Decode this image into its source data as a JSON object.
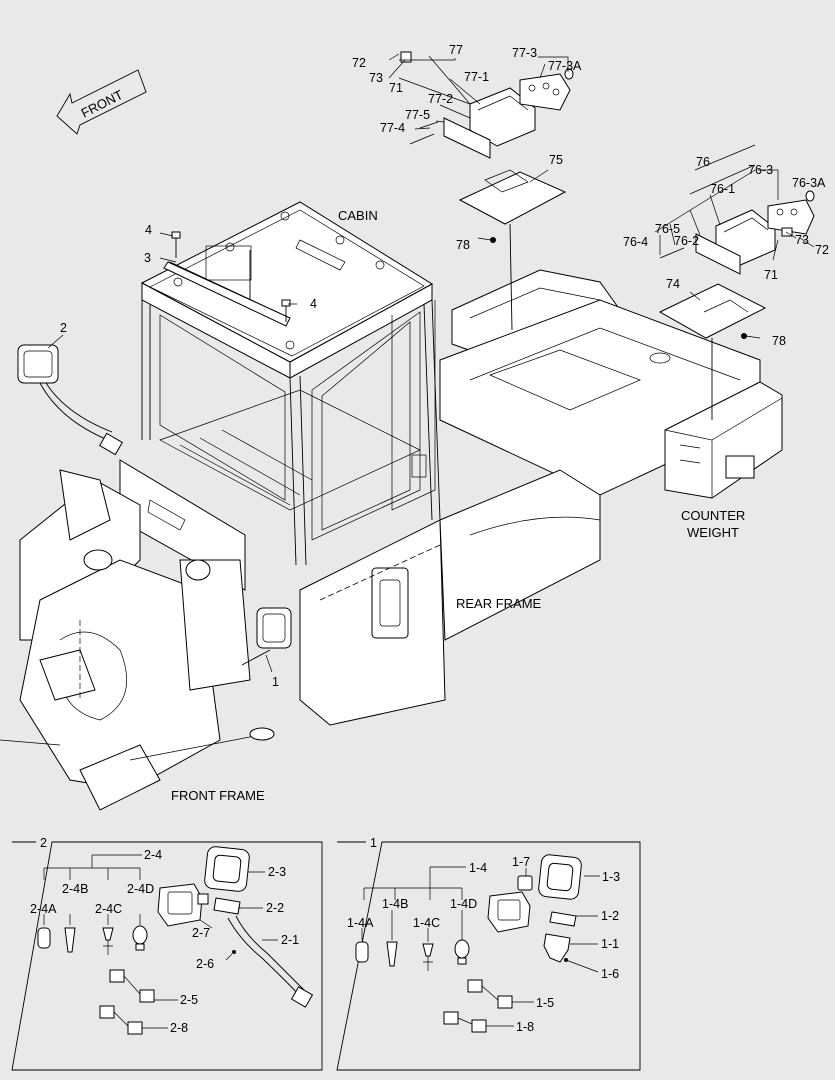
{
  "front_arrow": "FRONT",
  "areas": {
    "cabin": "CABIN",
    "rear_frame": "REAR FRAME",
    "front_frame": "FRONT FRAME",
    "counter_weight_1": "COUNTER",
    "counter_weight_2": "WEIGHT"
  },
  "callouts": {
    "c77": "77",
    "c72a": "72",
    "c73a": "73",
    "c71a": "71",
    "c77_3": "77-3",
    "c77_3A": "77-3A",
    "c77_1": "77-1",
    "c77_2": "77-2",
    "c77_5": "77-5",
    "c77_4": "77-4",
    "c75": "75",
    "c78a": "78",
    "c76": "76",
    "c76_3": "76-3",
    "c76_3A": "76-3A",
    "c76_1": "76-1",
    "c76_2": "76-2",
    "c76_5": "76-5",
    "c76_4": "76-4",
    "c73b": "73",
    "c72b": "72",
    "c71b": "71",
    "c74": "74",
    "c78b": "78",
    "c4a": "4",
    "c3": "3",
    "c4b": "4",
    "c2": "2",
    "c1": "1"
  },
  "detail_left": {
    "title": "2",
    "items": {
      "i2_4": "2-4",
      "i2_4A": "2-4A",
      "i2_4B": "2-4B",
      "i2_4C": "2-4C",
      "i2_4D": "2-4D",
      "i2_3": "2-3",
      "i2_2": "2-2",
      "i2_7": "2-7",
      "i2_1": "2-1",
      "i2_6": "2-6",
      "i2_5": "2-5",
      "i2_8": "2-8"
    }
  },
  "detail_right": {
    "title": "1",
    "items": {
      "i1_4": "1-4",
      "i1_7": "1-7",
      "i1_3": "1-3",
      "i1_4A": "1-4A",
      "i1_4B": "1-4B",
      "i1_4C": "1-4C",
      "i1_4D": "1-4D",
      "i1_2": "1-2",
      "i1_1": "1-1",
      "i1_6": "1-6",
      "i1_5": "1-5",
      "i1_8": "1-8"
    }
  }
}
